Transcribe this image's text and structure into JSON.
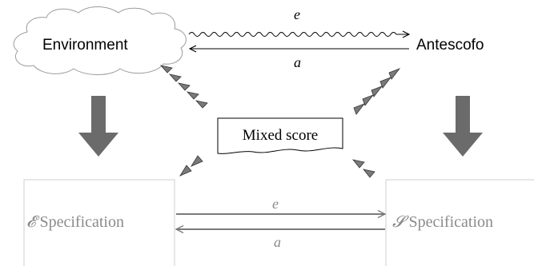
{
  "nodes": {
    "environment": "Environment",
    "antescofo": "Antescofo",
    "mixed_score": "Mixed score",
    "e_spec_symbol": "𝓔",
    "e_spec_text": "Specification",
    "s_spec_symbol": "𝓢",
    "s_spec_text": "Specification"
  },
  "edges": {
    "top_forward": "e",
    "top_backward": "a",
    "bottom_forward": "e",
    "bottom_backward": "a"
  },
  "colors": {
    "cloud_stroke": "#9b9b9b",
    "spec_box_stroke": "#cfcfcf",
    "spec_text": "#8a8a8a",
    "big_arrow": "#6b6b6b",
    "small_arrows": "#6e6e6e",
    "ink": "#000000"
  },
  "icons": {
    "environment_shape": "cloud",
    "mixed_score_shape": "document",
    "refinement_arrows": "thick-down-arrow",
    "score_links": "arrowhead-chain"
  }
}
